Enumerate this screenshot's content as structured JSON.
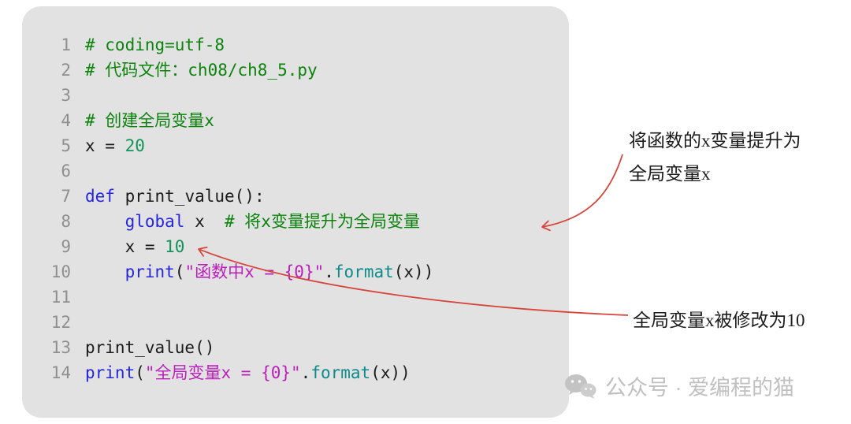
{
  "code_panel": {
    "lines": [
      {
        "num": "1",
        "tokens": [
          {
            "t": "comment",
            "s": "# coding=utf-8"
          }
        ]
      },
      {
        "num": "2",
        "tokens": [
          {
            "t": "comment",
            "s": "# 代码文件：ch08/ch8_5.py"
          }
        ]
      },
      {
        "num": "3",
        "tokens": []
      },
      {
        "num": "4",
        "tokens": [
          {
            "t": "comment",
            "s": "# 创建全局变量x"
          }
        ]
      },
      {
        "num": "5",
        "tokens": [
          {
            "t": "plain",
            "s": "x = "
          },
          {
            "t": "number",
            "s": "20"
          }
        ]
      },
      {
        "num": "6",
        "tokens": []
      },
      {
        "num": "7",
        "tokens": [
          {
            "t": "keyword",
            "s": "def"
          },
          {
            "t": "plain",
            "s": " print_value():"
          }
        ]
      },
      {
        "num": "8",
        "tokens": [
          {
            "t": "plain",
            "s": "    "
          },
          {
            "t": "keyword",
            "s": "global"
          },
          {
            "t": "plain",
            "s": " x  "
          },
          {
            "t": "comment",
            "s": "# 将x变量提升为全局变量"
          }
        ]
      },
      {
        "num": "9",
        "tokens": [
          {
            "t": "plain",
            "s": "    x = "
          },
          {
            "t": "number",
            "s": "10"
          }
        ]
      },
      {
        "num": "10",
        "tokens": [
          {
            "t": "plain",
            "s": "    "
          },
          {
            "t": "keyword",
            "s": "print"
          },
          {
            "t": "plain",
            "s": "("
          },
          {
            "t": "string",
            "s": "\"函数中x = {0}\""
          },
          {
            "t": "plain",
            "s": "."
          },
          {
            "t": "method",
            "s": "format"
          },
          {
            "t": "plain",
            "s": "(x))"
          }
        ]
      },
      {
        "num": "11",
        "tokens": []
      },
      {
        "num": "12",
        "tokens": []
      },
      {
        "num": "13",
        "tokens": [
          {
            "t": "plain",
            "s": "print_value()"
          }
        ]
      },
      {
        "num": "14",
        "tokens": [
          {
            "t": "keyword",
            "s": "print"
          },
          {
            "t": "plain",
            "s": "("
          },
          {
            "t": "string",
            "s": "\"全局变量x = {0}\""
          },
          {
            "t": "plain",
            "s": "."
          },
          {
            "t": "method",
            "s": "format"
          },
          {
            "t": "plain",
            "s": "(x))"
          }
        ]
      }
    ]
  },
  "annotations": {
    "top_line1": "将函数的x变量提升为",
    "top_line2": "全局变量x",
    "bottom": "全局变量x被修改为10"
  },
  "watermark": {
    "label": "公众号 · 爱编程的猫"
  },
  "colors": {
    "comment": "#0c830c",
    "keyword": "#2525dd",
    "string": "#bb1fbb",
    "number": "#12945a",
    "method": "#0d8a8a",
    "plain": "#1b1b1b",
    "line_number": "#8f8f8f",
    "arrow": "#d6453c",
    "panel_bg": "#e2e2e2"
  }
}
